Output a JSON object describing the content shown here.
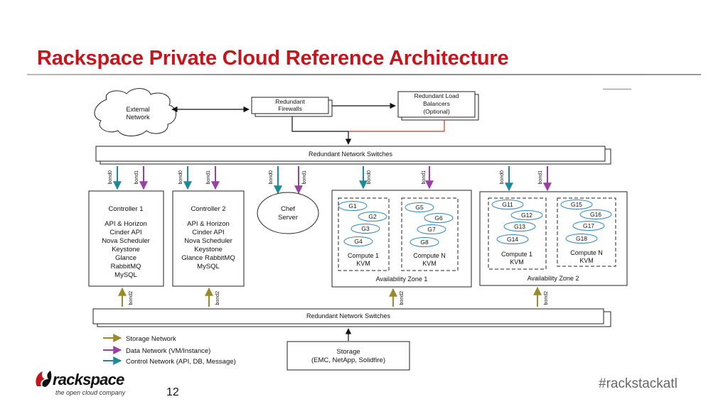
{
  "slide": {
    "title": "Rackspace Private Cloud Reference Architecture",
    "page_number": "12",
    "hashtag": "#rackstackatl",
    "logo": {
      "name": "rackspace",
      "tagline": "the open cloud company"
    }
  },
  "colors": {
    "title": "#c4161c",
    "storage_network": "#9a8a2a",
    "data_network": "#9b3fa5",
    "control_network": "#1c8a9a",
    "balancer_link": "#c0392b"
  },
  "diagram": {
    "external_network": [
      "External",
      "Network"
    ],
    "firewalls": [
      "Redundant",
      "Firewalls"
    ],
    "load_balancers": [
      "Redundant Load",
      "Balancers",
      "(Optional)"
    ],
    "top_switches": "Redundant Network Switches",
    "bottom_switches": "Redundant Network Switches",
    "controller1": [
      "Controller 1",
      "",
      "API & Horizon",
      "Cinder API",
      "Nova Scheduler",
      "Keystone",
      "Glance",
      "RabbitMQ",
      "MySQL"
    ],
    "controller2": [
      "Controller 2",
      "",
      "API & Horizon",
      "Cinder API",
      "Nova Scheduler",
      "Keystone",
      "Glance RabbitMQ",
      "MySQL"
    ],
    "chef": [
      "Chef",
      "Server"
    ],
    "zone1": {
      "label": "Availability Zone 1",
      "compute1": {
        "guests": [
          "G1",
          "G2",
          "G3",
          "G4"
        ],
        "label": [
          "Compute 1",
          "KVM"
        ]
      },
      "computeN": {
        "guests": [
          "G5",
          "G6",
          "G7",
          "G8"
        ],
        "label": [
          "Compute N",
          "KVM"
        ]
      }
    },
    "zone2": {
      "label": "Availability Zone 2",
      "compute1": {
        "guests": [
          "G11",
          "G12",
          "G13",
          "G14"
        ],
        "label": [
          "Compute 1",
          "KVM"
        ]
      },
      "computeN": {
        "guests": [
          "G15",
          "G16",
          "G17",
          "G18"
        ],
        "label": [
          "Compute N",
          "KVM"
        ]
      }
    },
    "bond0": "bond0",
    "bond1": "bond1",
    "bond2": "bond2",
    "storage": [
      "Storage",
      "(EMC, NetApp, Solidfire)"
    ],
    "legend": {
      "storage": "Storage Network",
      "data": "Data Network (VM/Instance)",
      "control": "Control Network (API, DB, Message)"
    }
  }
}
